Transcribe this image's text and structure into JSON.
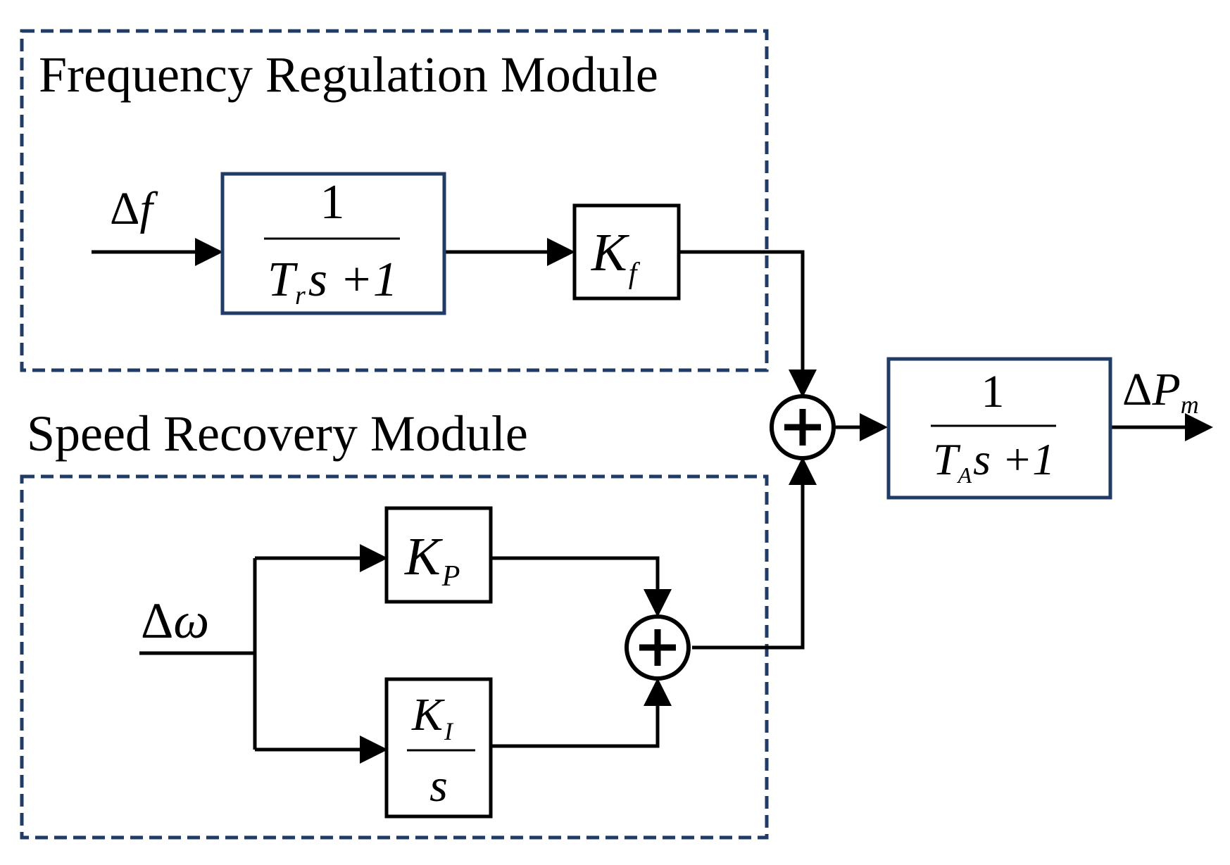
{
  "colors": {
    "module_border": "#1f3b66",
    "block_border_blue": "#1f3b66",
    "block_border_black": "#000000",
    "line": "#000000"
  },
  "modules": {
    "frequency": {
      "title": "Frequency Regulation Module"
    },
    "speed": {
      "title": "Speed Recovery Module"
    }
  },
  "signals": {
    "delta_f": {
      "delta": "Δ",
      "var": "f"
    },
    "delta_omega": {
      "delta": "Δ",
      "var": "ω"
    },
    "delta_pm": {
      "delta": "Δ",
      "var": "P",
      "sub": "m"
    }
  },
  "blocks": {
    "tr_filter": {
      "numerator": "1",
      "var": "T",
      "sub": "r",
      "rest": "s +1"
    },
    "kf_gain": {
      "var": "K",
      "sub": "f"
    },
    "kp_gain": {
      "var": "K",
      "sub": "P"
    },
    "ki_integrator": {
      "var": "K",
      "sub": "I",
      "denominator": "s"
    },
    "ta_filter": {
      "numerator": "1",
      "var": "T",
      "sub": "A",
      "rest": "s +1"
    }
  },
  "summers": {
    "main": {
      "icon": "plus-icon"
    },
    "pi": {
      "icon": "plus-icon"
    }
  }
}
